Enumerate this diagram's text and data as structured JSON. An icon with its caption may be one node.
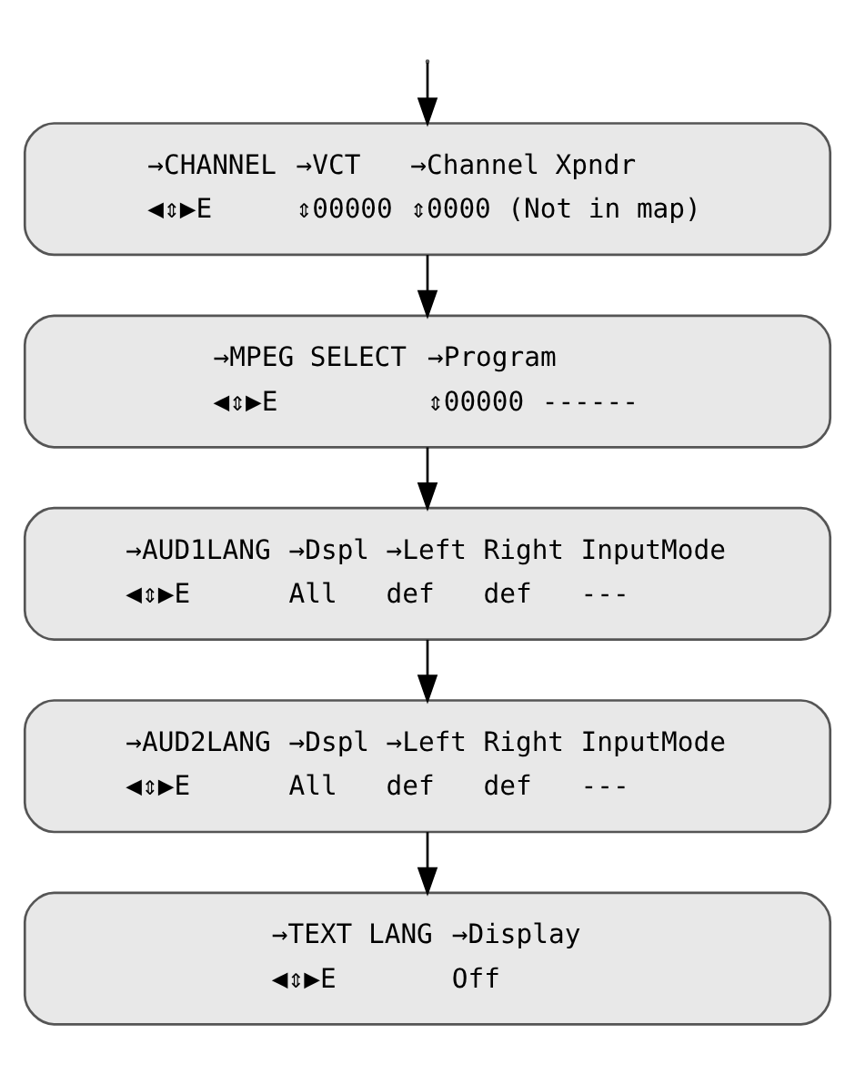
{
  "diagram": {
    "nodes": [
      {
        "text": [
          "→CHANNEL",
          "→VCT",
          "→Channel Xpndr",
          "◀⇕▶E",
          "⇕00000",
          "⇕0000",
          "(Not in map)"
        ]
      },
      {
        "text": [
          "→MPEG SELECT",
          "→Program",
          "◀⇕▶E",
          "⇕00000",
          "------"
        ]
      },
      {
        "text": [
          "→AUD1LANG",
          "→Dspl",
          "→Left",
          "Right",
          "InputMode",
          "◀⇕▶E",
          "All",
          "def",
          "def",
          "---"
        ]
      },
      {
        "text": [
          "→AUD2LANG",
          "→Dspl",
          "→Left",
          "Right",
          "InputMode",
          "◀⇕▶E",
          "All",
          "def",
          "def",
          "---"
        ]
      },
      {
        "text": [
          "→TEXT LANG",
          "→Display",
          "◀⇕▶E",
          "Off"
        ]
      }
    ],
    "edges": [
      {
        "from": null,
        "to": 0,
        "arrow": "to"
      },
      {
        "from": 0,
        "to": 1,
        "arrow": "to"
      },
      {
        "from": 1,
        "to": 2,
        "arrow": "to"
      },
      {
        "from": 2,
        "to": 3,
        "arrow": "to"
      },
      {
        "from": 3,
        "to": 4,
        "arrow": "to"
      }
    ]
  }
}
